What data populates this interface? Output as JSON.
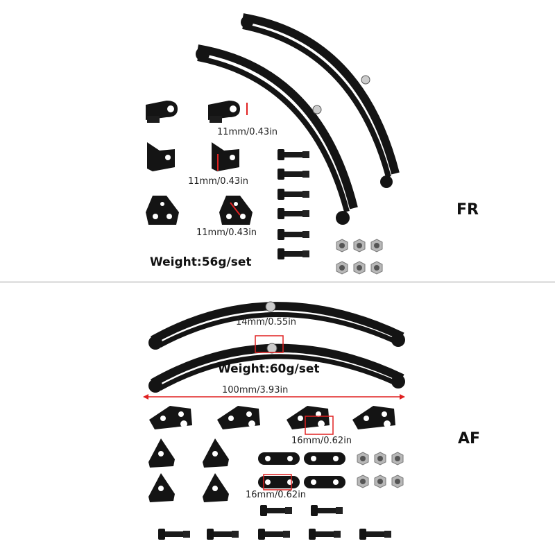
{
  "fr": {
    "label": "FR",
    "weight": "Weight:56g/set",
    "dims": [
      "11mm/0.43in",
      "11mm/0.43in",
      "11mm/0.43in"
    ]
  },
  "af": {
    "label": "AF",
    "weight": "Weight:60g/set",
    "dims": [
      "14mm/0.55in",
      "100mm/3.93in",
      "16mm/0.62in",
      "16mm/0.62in"
    ]
  },
  "colors": {
    "part": "#141414",
    "accent": "#e02020",
    "nut": "#b8b8b8"
  }
}
